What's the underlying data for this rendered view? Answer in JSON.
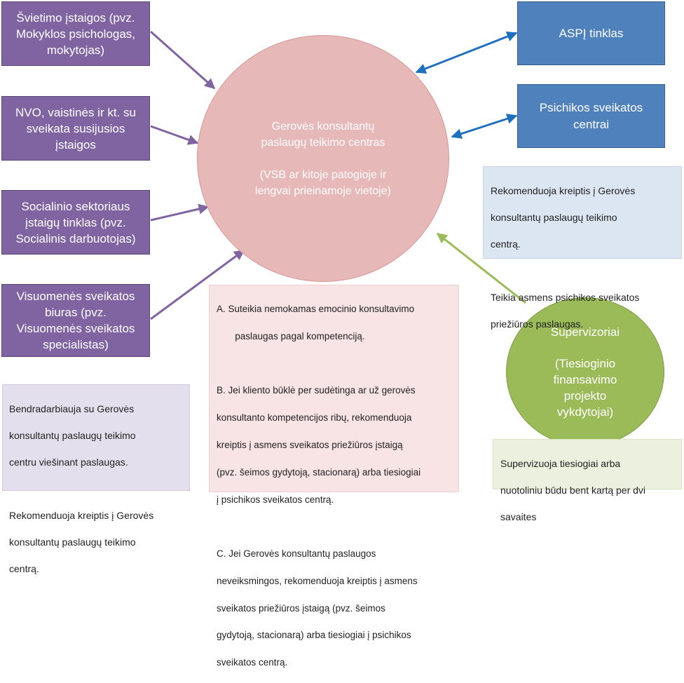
{
  "left_boxes": {
    "schools": [
      "Švietimo įstaigos (pvz.",
      "Mokyklos psichologas,",
      "mokytojas)"
    ],
    "ngo": [
      "NVO,  vaistinės ir kt. su",
      "sveikata susijusios",
      "įstaigos"
    ],
    "social": [
      "Socialinio sektoriaus",
      "įstaigų tinklas (pvz.",
      "Socialinis darbuotojas)"
    ],
    "public_health": [
      "Visuomenės sveikatos",
      "biuras (pvz.",
      "Visuomenės sveikatos",
      "specialistas)"
    ]
  },
  "right_boxes": {
    "aspj": [
      "ASPĮ tinklas"
    ],
    "mental_centers": [
      "Psichikos sveikatos",
      "centrai"
    ]
  },
  "center_circle": {
    "title": [
      "Gerovės konsultantų",
      "paslaugų teikimo centras"
    ],
    "subtitle": [
      "(VSB ar kitoje patogioje ir",
      "lengvai prieinamoje vietoje)"
    ]
  },
  "supervisor_circle": {
    "title": "Supervizoriai",
    "subtitle": [
      "(Tiesioginio",
      "finansavimo",
      "projekto",
      "vykdytojai)"
    ]
  },
  "notes": {
    "right_blue": [
      "Rekomenduoja kreiptis į Gerovės",
      "konsultantų paslaugų teikimo",
      "centrą.",
      "",
      "Teikia asmens psichikos sveikatos",
      "priežiūros paslaugas."
    ],
    "left_purple": [
      "Bendradarbiauja su Gerovės",
      "konsultantų paslaugų teikimo",
      "centru viešinant paslaugas.",
      "",
      "Rekomenduoja kreiptis į Gerovės",
      "konsultantų paslaugų teikimo",
      "centrą."
    ],
    "center_pink": [
      "A. Suteikia nemokamas emocinio konsultavimo",
      "       paslaugas pagal kompetenciją.",
      "",
      "B. Jei kliento būklė per sudėtinga ar už gerovės",
      "konsultanto kompetencijos ribų, rekomenduoja",
      "kreiptis į asmens sveikatos priežiūros įstaigą",
      "(pvz. šeimos gydytoją, stacionarą) arba tiesiogiai",
      "į psichikos sveikatos centrą.",
      "",
      "C. Jei Gerovės konsultantų  paslaugos",
      "neveiksmingos, rekomenduoja kreiptis į asmens",
      "sveikatos priežiūros įstaigą (pvz. šeimos",
      "gydytoją, stacionarą) arba tiesiogiai į psichikos",
      "sveikatos centrą."
    ],
    "right_green": [
      "Supervizuoja tiesiogiai arba",
      "nuotoliniu būdu bent kartą per dvi",
      "savaites"
    ]
  },
  "colors": {
    "purple_box": "#8064a2",
    "blue_box": "#4f81bd",
    "center_circle": "#e6b9b8",
    "supervisor_circle": "#9bbb59",
    "purple_arrow": "#8064a2",
    "blue_arrow": "#1f6fc0",
    "green_arrow": "#9bbb59",
    "note_blue_bg": "#dce6f2",
    "note_purple_bg": "#e4dfec",
    "note_pink_bg": "#f8e4e4",
    "note_green_bg": "#ebf1de"
  }
}
